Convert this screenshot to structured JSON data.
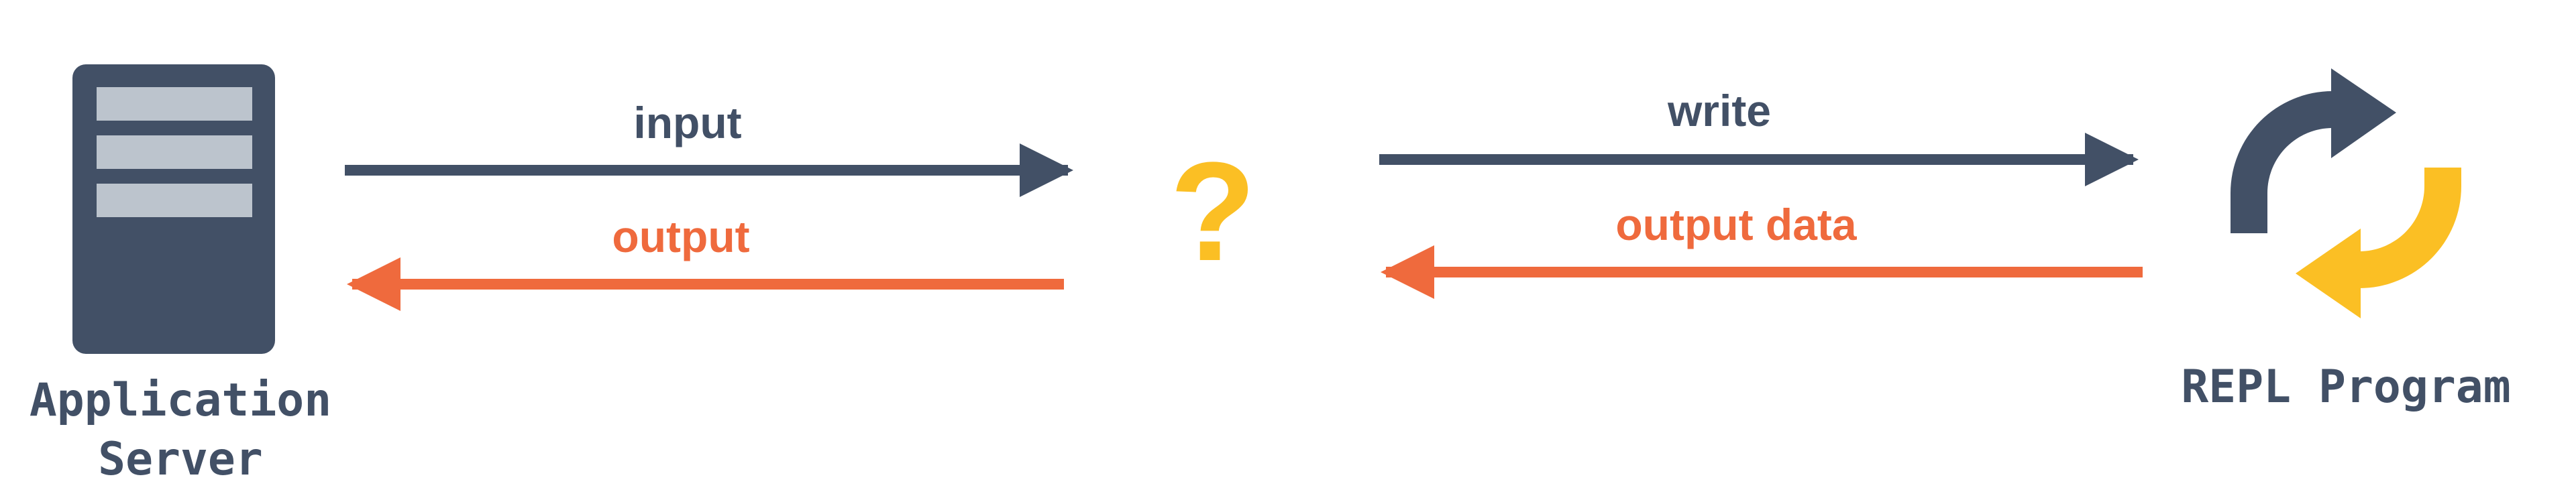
{
  "nodes": {
    "server": {
      "label_line1": "Application",
      "label_line2": "Server",
      "icon": "server-icon"
    },
    "middle": {
      "label": "?",
      "icon": "question-mark-icon"
    },
    "repl": {
      "label": "REPL Program",
      "icon": "refresh-cycle-icon"
    }
  },
  "arrows": {
    "input": {
      "label": "input"
    },
    "output": {
      "label": "output"
    },
    "write": {
      "label": "write"
    },
    "output_data": {
      "label": "output data"
    }
  },
  "colors": {
    "dark": "#425066",
    "orange": "#ef6a3d",
    "yellow": "#fbbf24",
    "server_slot": "#bcc4cd"
  }
}
